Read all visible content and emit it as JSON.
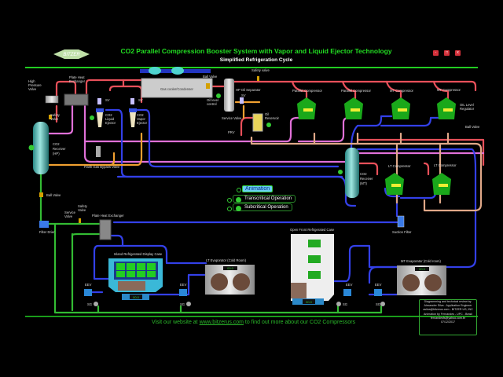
{
  "header": {
    "logo": "BITZER",
    "title": "CO2 Parallel Compression Booster System with Vapor and Liquid Ejector Technology",
    "subtitle": "Simplified Refrigeration Cycle",
    "window_buttons": [
      "-",
      "□",
      "x"
    ]
  },
  "labels": {
    "high_pressure_valve": [
      "High",
      "Pressure",
      "Valve"
    ],
    "plate_hx_top": [
      "Plate Heat",
      "Exchanger"
    ],
    "safety_valve_left": [
      "Safety",
      "Valve"
    ],
    "gas_cooler": "Gas cooler/Condenser",
    "ball_valve_top": "Ball Valve",
    "safety_valve_top": "Safety valve",
    "sv1": "SV",
    "sv2": "SV",
    "sv3": "SV",
    "liquid_ejector": [
      "CO2",
      "Liquid",
      "Ejector"
    ],
    "vapor_ejector": [
      "CO2",
      "Vapor",
      "Ejector"
    ],
    "hp_oil_separator": "HP Oil Separator",
    "oil_level_control": [
      "Oil level",
      "control"
    ],
    "service_valve_top": "Service Valve",
    "prv": "PRV",
    "oil_reservoir": [
      "Oil",
      "Reservoir"
    ],
    "receiver_hp": [
      "CO2",
      "Receiver",
      "(HP)"
    ],
    "flash_gas_bypass": "Flash Gas Bypass Valve",
    "compressors_top": [
      "Parallel Compressor",
      "Parallel Compressor",
      "MT Compressor",
      "MT Compressor"
    ],
    "oil_level_regulator": [
      "OIL Level",
      "Regulator"
    ],
    "ball_valve_right": "Ball Valve",
    "receiver_mt": [
      "CO2",
      "Receiver",
      "(MT)"
    ],
    "lt_compressors": [
      "LT Compressor",
      "LT Compressor"
    ],
    "suction_filter": "Suction Filter",
    "ball_valve_left": "Ball Valve",
    "filter_drier": "Filter Drier",
    "service_valve_bottom": [
      "Service",
      "Valve"
    ],
    "safety_valve_bottom": [
      "Safety",
      "Valve"
    ],
    "plate_hx_bottom": "Plate Heat Exchanger",
    "island_case": "Island Refrigerated Display Case",
    "lt_evaporator": "LT Evaporator (Cold Room)",
    "open_front_case": "Open Front Refrigerated Case",
    "mt_evaporator": "MT Evaporator (Cold room)",
    "eev": [
      "EEV",
      "EEV",
      "EEV",
      "EEV"
    ],
    "sg": [
      "SG",
      "SG",
      "SG",
      "SG"
    ]
  },
  "controls": {
    "animation": "Animation",
    "transcritical": "Transcritical Operation",
    "subcritical": "Subcritical Operation"
  },
  "displays": [
    "00.0",
    "00.0",
    "00.0",
    "00.0"
  ],
  "footer": {
    "prefix": "Visit our website at ",
    "link": "www.bitzerus.com",
    "suffix": " to find out more about our CO2 Compressors"
  },
  "credits": [
    "Diagramming and technical review by:",
    "Alexandre Silva - Application Engineer",
    "asilva@bitzerus.com - BITZER US, INC",
    "Animation by Fernandes - UPC - Brasil",
    "fernandesfs@yahoo.com.br",
    "07/12/2017"
  ],
  "colors": {
    "frame_green": "#22cc22",
    "high_pressure": "#e8505a",
    "flash_gas": "#e070d8",
    "mt_suction": "#3340e8",
    "liquid": "#f0a030",
    "liquid_line": "#33bb33",
    "oil": "#e0a888"
  }
}
